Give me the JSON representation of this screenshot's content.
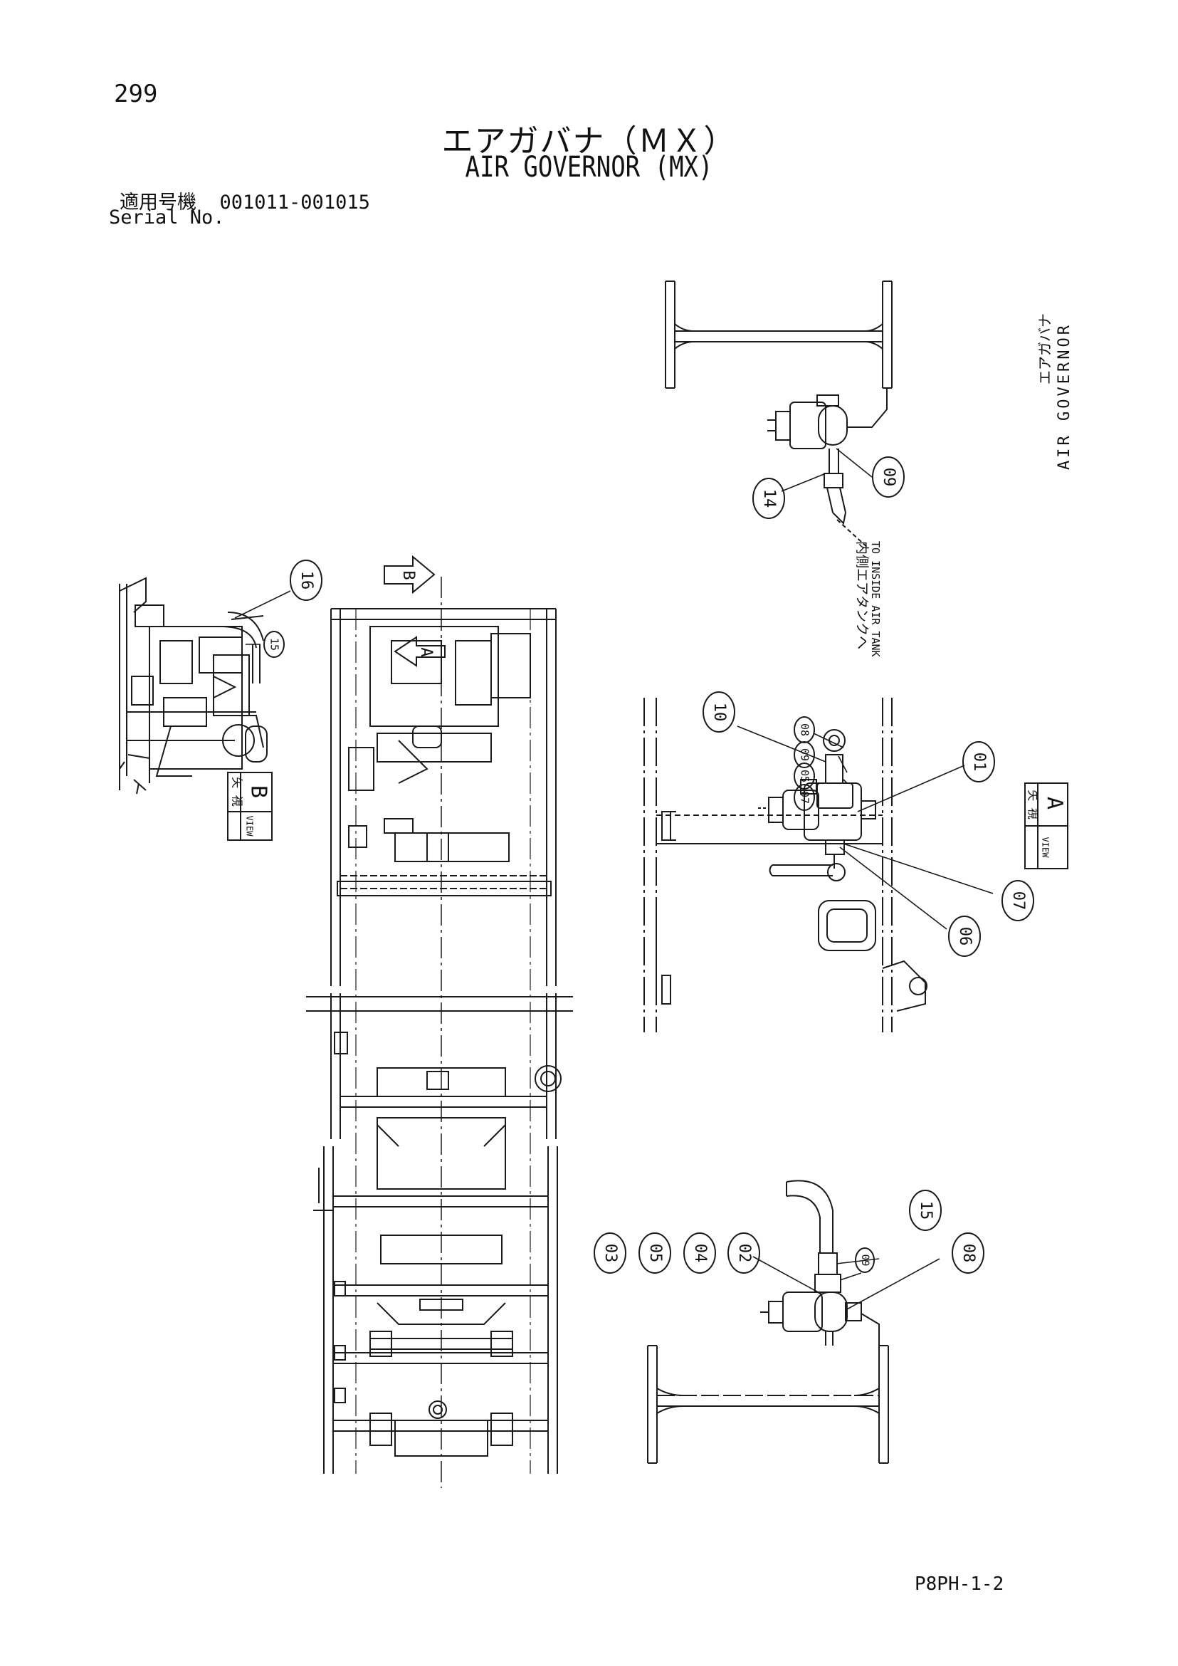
{
  "page_number": "299",
  "title_jp": "エアガバナ（ＭＸ）",
  "title_en": "AIR GOVERNOR (MX)",
  "serial_label_jp": "適用号機",
  "serial_range": "001011-001015",
  "serial_label_en": "Serial No.",
  "side_label_jp": "エアガバナ",
  "side_label_en": "AIR GOVERNOR",
  "air_tank_note_jp": "内側エアタンクへ",
  "air_tank_note_en": "TO INSIDE AIR TANK",
  "view_a_jp": "矢 視",
  "view_a_letter": "A",
  "view_b_jp": "矢 視",
  "view_b_letter": "B",
  "view_word": "VIEW",
  "arrow_a": "A",
  "arrow_b": "B",
  "callouts": {
    "c01": "01",
    "c02": "02",
    "c03": "03",
    "c04": "04",
    "c05": "05",
    "c06": "06",
    "c07": "07",
    "c08": "08",
    "c09": "09",
    "c10": "10",
    "c14": "14",
    "c15": "15",
    "c16": "16"
  },
  "page_code": "P8PH-1-2"
}
